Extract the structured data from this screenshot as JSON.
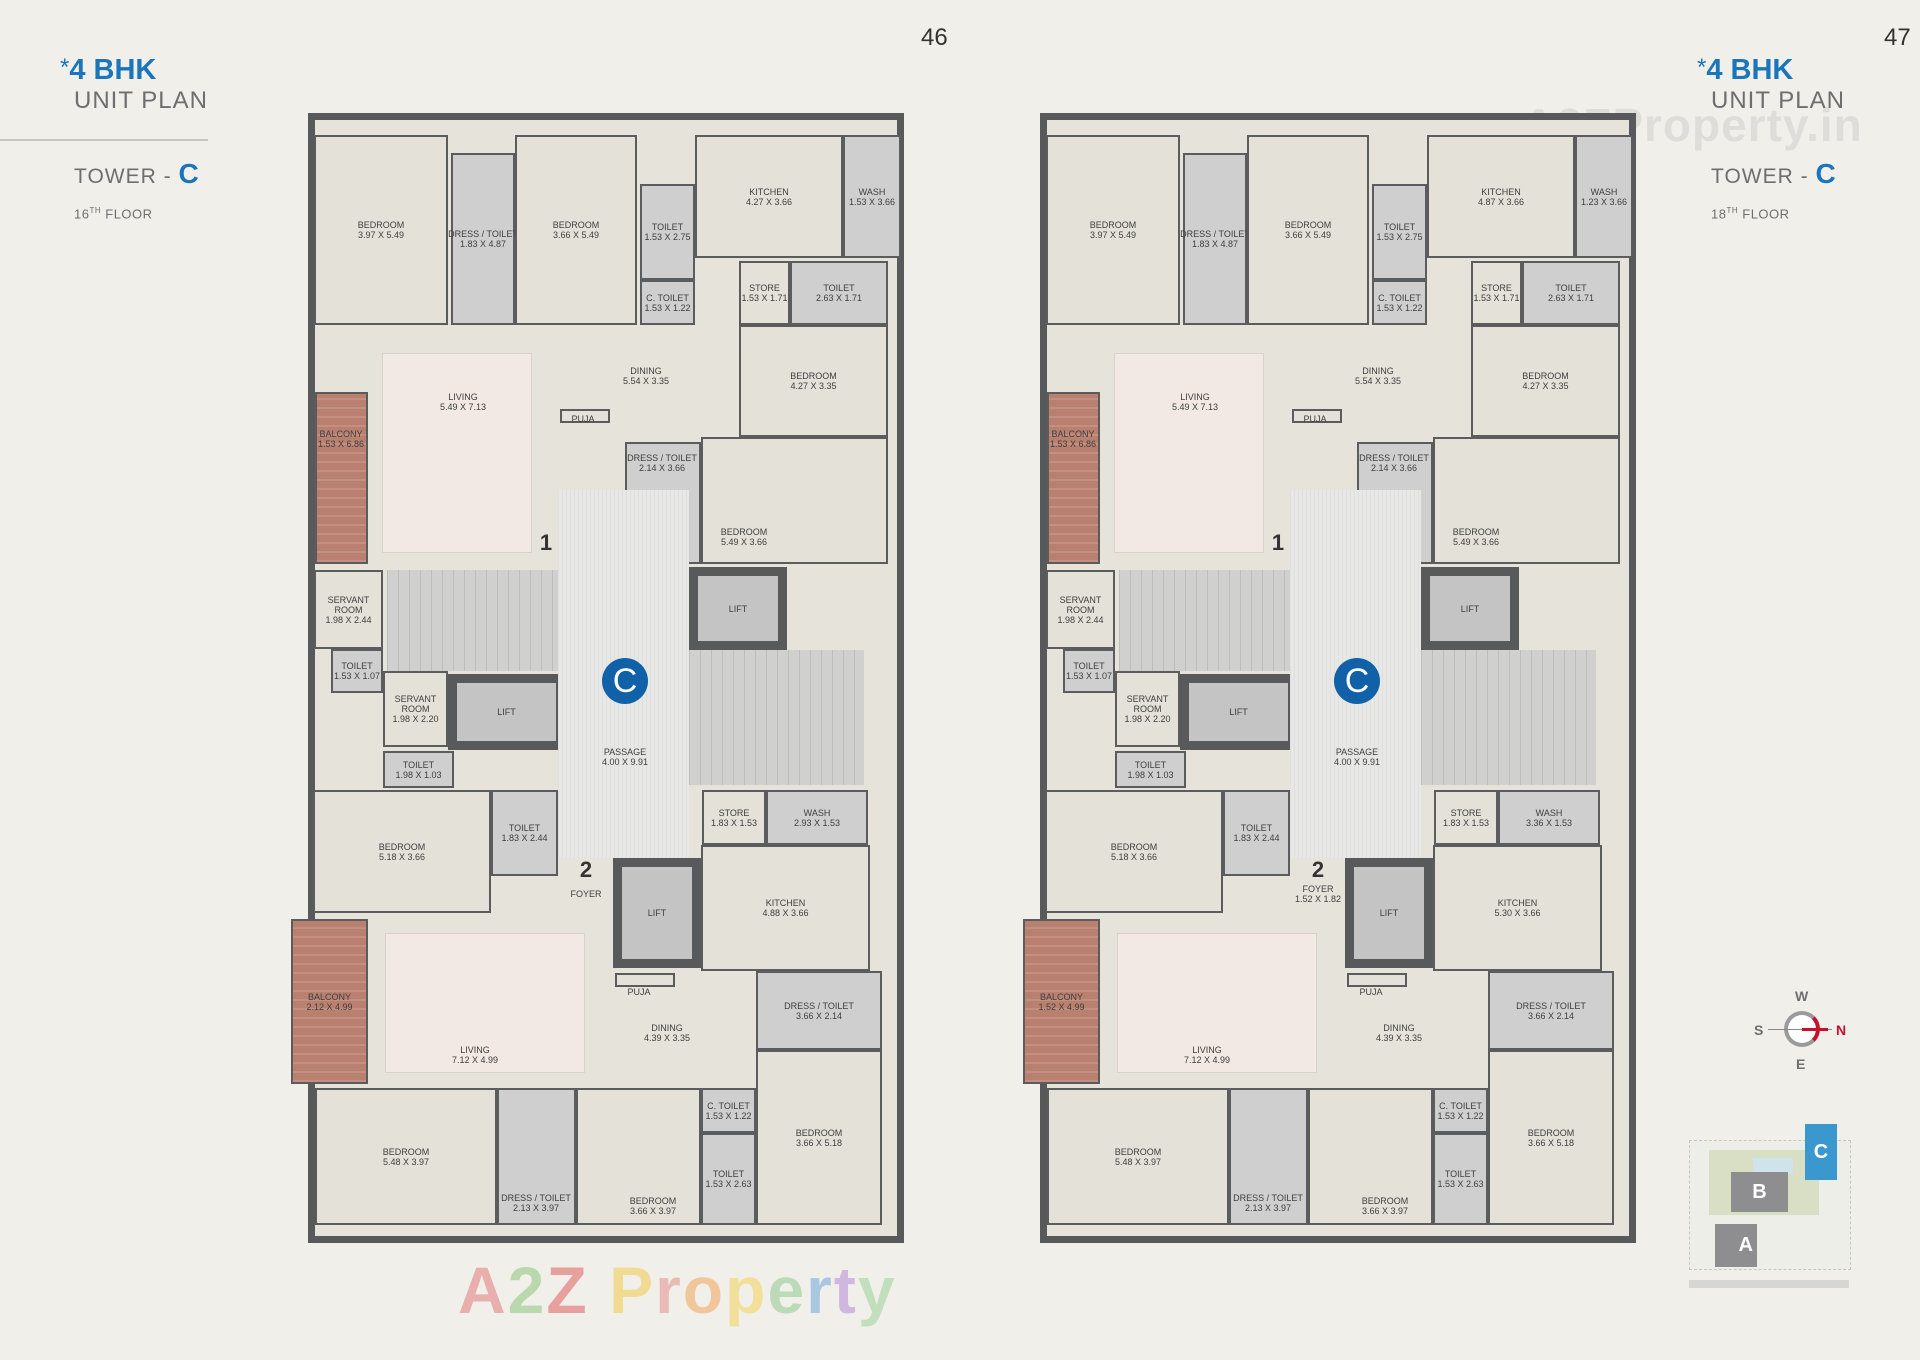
{
  "pages": [
    {
      "number": "46",
      "title_star": "*",
      "title": "4 BHK",
      "subtitle": "UNIT PLAN",
      "tower_label": "TOWER - ",
      "tower": "C",
      "floor_num": "16",
      "floor_sup": "TH",
      "floor_label": " FLOOR"
    },
    {
      "number": "47",
      "title_star": "*",
      "title": "4 BHK",
      "subtitle": "UNIT PLAN",
      "tower_label": "TOWER - ",
      "tower": "C",
      "floor_num": "18",
      "floor_sup": "TH",
      "floor_label": " FLOOR"
    }
  ],
  "watermarks": {
    "url": "www.A2ZProperty.in",
    "brand": [
      "A",
      "2",
      "Z",
      " ",
      "P",
      "r",
      "o",
      "p",
      "e",
      "r",
      "t",
      "y"
    ]
  },
  "colors": {
    "accent": "#1b75bb",
    "badge": "#1161a8",
    "balcony": "#b9806f",
    "wall": "#58595b",
    "north": "#c8102e"
  },
  "compass": {
    "w": "W",
    "s": "S",
    "n": "N",
    "e": "E"
  },
  "site_map": {
    "a": "A",
    "b": "B",
    "c": "C",
    "highlight": "C"
  },
  "plans": [
    {
      "badge": "C",
      "marker_1": "1",
      "marker_2": "2",
      "rooms": [
        {
          "name": "BEDROOM",
          "dim": "3.97 X 5.49"
        },
        {
          "name": "DRESS / TOILET",
          "dim": "1.83 X 4.87"
        },
        {
          "name": "BEDROOM",
          "dim": "3.66 X 5.49"
        },
        {
          "name": "TOILET",
          "dim": "1.53 X 2.75"
        },
        {
          "name": "C. TOILET",
          "dim": "1.53 X 1.22"
        },
        {
          "name": "KITCHEN",
          "dim": "4.27 X 3.66"
        },
        {
          "name": "WASH",
          "dim": "1.53 X 3.66"
        },
        {
          "name": "STORE",
          "dim": "1.53 X 1.71"
        },
        {
          "name": "TOILET",
          "dim": "2.63 X 1.71"
        },
        {
          "name": "BEDROOM",
          "dim": "4.27 X 3.35"
        },
        {
          "name": "LIVING",
          "dim": "5.49 X 7.13"
        },
        {
          "name": "DINING",
          "dim": "5.54 X 3.35"
        },
        {
          "name": "BALCONY",
          "dim": "1.53 X 6.86"
        },
        {
          "name": "PUJA",
          "dim": ""
        },
        {
          "name": "DRESS / TOILET",
          "dim": "2.14 X 3.66"
        },
        {
          "name": "BEDROOM",
          "dim": "5.49 X 3.66"
        },
        {
          "name": "SERVANT ROOM",
          "dim": "1.98 X 2.44"
        },
        {
          "name": "TOILET",
          "dim": "1.53 X 1.07"
        },
        {
          "name": "SERVANT ROOM",
          "dim": "1.98 X 2.20"
        },
        {
          "name": "TOILET",
          "dim": "1.98 X 1.03"
        },
        {
          "name": "LIFT",
          "dim": ""
        },
        {
          "name": "PASSAGE",
          "dim": "4.00 X 9.91"
        },
        {
          "name": "LIFT",
          "dim": ""
        },
        {
          "name": "STORE",
          "dim": "1.83 X 1.53"
        },
        {
          "name": "WASH",
          "dim": "2.93 X 1.53"
        },
        {
          "name": "BEDROOM",
          "dim": "5.18 X 3.66"
        },
        {
          "name": "TOILET",
          "dim": "1.83 X 2.44"
        },
        {
          "name": "FOYER",
          "dim": ""
        },
        {
          "name": "LIFT",
          "dim": ""
        },
        {
          "name": "KITCHEN",
          "dim": "4.88 X 3.66"
        },
        {
          "name": "LIVING",
          "dim": "7.12 X 4.99"
        },
        {
          "name": "BALCONY",
          "dim": "2.12 X 4.99"
        },
        {
          "name": "PUJA",
          "dim": ""
        },
        {
          "name": "DINING",
          "dim": "4.39 X 3.35"
        },
        {
          "name": "DRESS / TOILET",
          "dim": "3.66 X 2.14"
        },
        {
          "name": "BEDROOM",
          "dim": "3.66 X 5.18"
        },
        {
          "name": "BEDROOM",
          "dim": "5.48 X 3.97"
        },
        {
          "name": "DRESS / TOILET",
          "dim": "2.13 X 3.97"
        },
        {
          "name": "BEDROOM",
          "dim": "3.66 X 3.97"
        },
        {
          "name": "C. TOILET",
          "dim": "1.53 X 1.22"
        },
        {
          "name": "TOILET",
          "dim": "1.53 X 2.63"
        }
      ]
    },
    {
      "badge": "C",
      "marker_1": "1",
      "marker_2": "2",
      "rooms": [
        {
          "name": "BEDROOM",
          "dim": "3.97 X 5.49"
        },
        {
          "name": "DRESS / TOILET",
          "dim": "1.83 X 4.87"
        },
        {
          "name": "BEDROOM",
          "dim": "3.66 X 5.49"
        },
        {
          "name": "TOILET",
          "dim": "1.53 X 2.75"
        },
        {
          "name": "C. TOILET",
          "dim": "1.53 X 1.22"
        },
        {
          "name": "KITCHEN",
          "dim": "4.87 X 3.66"
        },
        {
          "name": "WASH",
          "dim": "1.23 X 3.66"
        },
        {
          "name": "STORE",
          "dim": "1.53 X 1.71"
        },
        {
          "name": "TOILET",
          "dim": "2.63 X 1.71"
        },
        {
          "name": "BEDROOM",
          "dim": "4.27 X 3.35"
        },
        {
          "name": "LIVING",
          "dim": "5.49 X 7.13"
        },
        {
          "name": "DINING",
          "dim": "5.54 X 3.35"
        },
        {
          "name": "BALCONY",
          "dim": "1.53 X 6.86"
        },
        {
          "name": "PUJA",
          "dim": ""
        },
        {
          "name": "DRESS / TOILET",
          "dim": "2.14 X 3.66"
        },
        {
          "name": "BEDROOM",
          "dim": "5.49 X 3.66"
        },
        {
          "name": "SERVANT ROOM",
          "dim": "1.98 X 2.44"
        },
        {
          "name": "TOILET",
          "dim": "1.53 X 1.07"
        },
        {
          "name": "SERVANT ROOM",
          "dim": "1.98 X 2.20"
        },
        {
          "name": "TOILET",
          "dim": "1.98 X 1.03"
        },
        {
          "name": "LIFT",
          "dim": ""
        },
        {
          "name": "PASSAGE",
          "dim": "4.00 X 9.91"
        },
        {
          "name": "LIFT",
          "dim": ""
        },
        {
          "name": "STORE",
          "dim": "1.83 X 1.53"
        },
        {
          "name": "WASH",
          "dim": "3.36 X 1.53"
        },
        {
          "name": "BEDROOM",
          "dim": "5.18 X 3.66"
        },
        {
          "name": "TOILET",
          "dim": "1.83 X 2.44"
        },
        {
          "name": "FOYER",
          "dim": "1.52 X 1.82"
        },
        {
          "name": "LIFT",
          "dim": ""
        },
        {
          "name": "KITCHEN",
          "dim": "5.30 X 3.66"
        },
        {
          "name": "LIVING",
          "dim": "7.12 X 4.99"
        },
        {
          "name": "BALCONY",
          "dim": "1.52 X 4.99"
        },
        {
          "name": "PUJA",
          "dim": ""
        },
        {
          "name": "DINING",
          "dim": "4.39 X 3.35"
        },
        {
          "name": "DRESS / TOILET",
          "dim": "3.66 X 2.14"
        },
        {
          "name": "BEDROOM",
          "dim": "3.66 X 5.18"
        },
        {
          "name": "BEDROOM",
          "dim": "5.48 X 3.97"
        },
        {
          "name": "DRESS / TOILET",
          "dim": "2.13 X 3.97"
        },
        {
          "name": "BEDROOM",
          "dim": "3.66 X 3.97"
        },
        {
          "name": "C. TOILET",
          "dim": "1.53 X 1.22"
        },
        {
          "name": "TOILET",
          "dim": "1.53 X 2.63"
        }
      ]
    }
  ]
}
